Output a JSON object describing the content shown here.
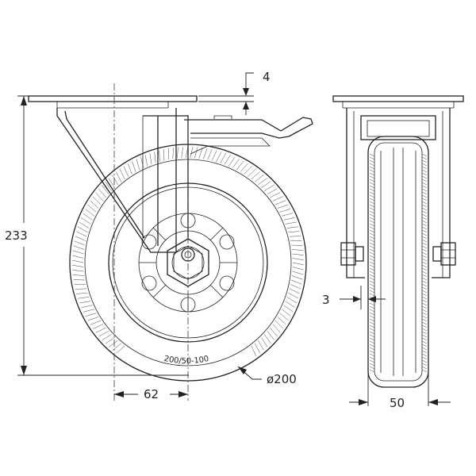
{
  "dimensions": {
    "top_gap": "4",
    "total_height": "233",
    "offset": "62",
    "diameter": "ø200",
    "plate_gap": "3",
    "width": "50"
  },
  "tire_marking": "200/50-100"
}
